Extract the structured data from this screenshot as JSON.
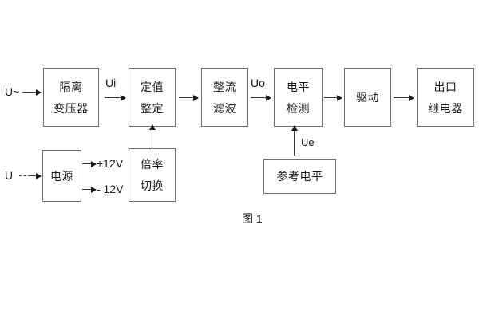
{
  "diagram": {
    "caption": "图 1",
    "blocks": [
      {
        "id": "isolation-transformer",
        "lines": [
          "隔离",
          "变压器"
        ]
      },
      {
        "id": "setpoint-adjust",
        "lines": [
          "定值",
          "整定"
        ]
      },
      {
        "id": "rectify-filter",
        "lines": [
          "整流",
          "滤波"
        ]
      },
      {
        "id": "level-detect",
        "lines": [
          "电平",
          "检测"
        ]
      },
      {
        "id": "drive",
        "lines": [
          "驱动"
        ]
      },
      {
        "id": "output-relay",
        "lines": [
          "出口",
          "继电器"
        ]
      },
      {
        "id": "power-supply",
        "lines": [
          "电源"
        ]
      },
      {
        "id": "multiplier-switch",
        "lines": [
          "倍率",
          "切换"
        ]
      },
      {
        "id": "reference-level",
        "lines": [
          "参考电平"
        ]
      }
    ],
    "signal_labels": {
      "input_ac": "U~",
      "input_dc": "U",
      "ui": "Ui",
      "uo": "Uo",
      "ue": "Ue",
      "rail_positive": "+12V",
      "rail_negative": "- 12V"
    }
  }
}
